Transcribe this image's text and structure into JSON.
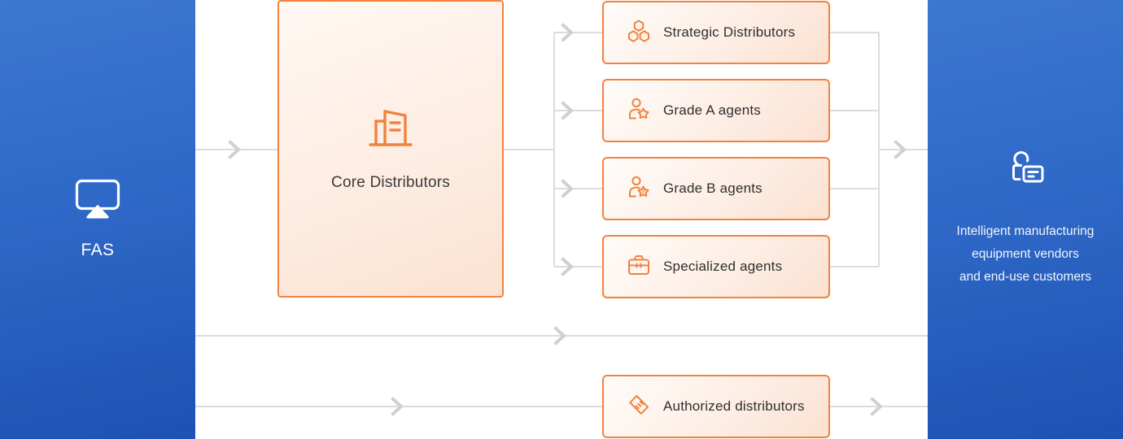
{
  "theme": {
    "panel_blue_top": "#3c77d1",
    "panel_blue_bottom": "#1e51b3",
    "accent_orange": "#f2823c",
    "card_fill_light": "#fffcfa",
    "card_fill_deep": "#fbe1d1",
    "connector_gray": "#d8d8d8",
    "text_dark": "#2f2f2f"
  },
  "left_panel": {
    "icon": "airplay-screen-icon",
    "label": "FAS"
  },
  "core": {
    "icon": "office-building-icon",
    "label": "Core Distributors"
  },
  "cards": [
    {
      "icon": "hexagon-cluster-icon",
      "label": "Strategic Distributors"
    },
    {
      "icon": "person-star-badge-icon",
      "label": "Grade A agents"
    },
    {
      "icon": "person-b-badge-icon",
      "label": "Grade B agents"
    },
    {
      "icon": "briefcase-icon",
      "label": "Specialized agents"
    },
    {
      "icon": "handshake-icon",
      "label": "Authorized distributors"
    }
  ],
  "right_panel": {
    "icon": "person-id-card-icon",
    "caption_lines": [
      "Intelligent manufacturing",
      "equipment vendors",
      "and end-use customers"
    ]
  }
}
